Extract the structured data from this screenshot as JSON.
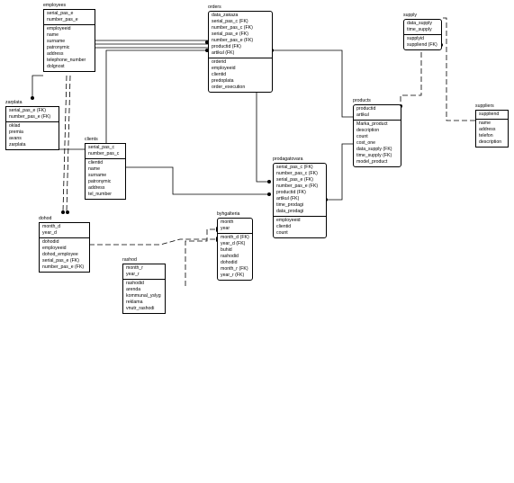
{
  "entities": [
    {
      "id": "employees",
      "title": "employees",
      "keys": [
        "serial_pas_e",
        "number_pas_e"
      ],
      "attrs": [
        "employeeid",
        "name",
        "surname",
        "patronymic",
        "address",
        "telephone_number",
        "dolgnost"
      ]
    },
    {
      "id": "orders",
      "title": "orders",
      "keys": [
        "data_zakaza",
        "serial_pas_c (FK)",
        "number_pas_c (FK)",
        "serial_pas_e (FK)",
        "number_pas_e (FK)",
        "productid (FK)",
        "artikul (FK)"
      ],
      "attrs": [
        "orderid",
        "employeeid",
        "clientid",
        "predoplata",
        "order_execution"
      ]
    },
    {
      "id": "supply",
      "title": "supply",
      "keys": [
        "data_supply",
        "time_supply"
      ],
      "attrs": [
        "supplyid",
        "suppliend (FK)"
      ]
    },
    {
      "id": "suppliers",
      "title": "suppliers",
      "keys": [
        "suppliend"
      ],
      "attrs": [
        "name",
        "address",
        "telefon",
        "description"
      ]
    },
    {
      "id": "products",
      "title": "products",
      "keys": [
        "productid",
        "artikul"
      ],
      "attrs": [
        "Marka_product",
        "description",
        "count",
        "cost_one",
        "data_supply (FK)",
        "time_supply (FK)",
        "model_product"
      ]
    },
    {
      "id": "zarplata",
      "title": "zarplata",
      "keys": [
        "serial_pas_e (FK)",
        "number_pas_e (FK)"
      ],
      "attrs": [
        "oklad",
        "premia",
        "avans",
        "zarplata"
      ]
    },
    {
      "id": "clients",
      "title": "clients",
      "keys": [
        "serial_pas_c",
        "number_pas_c"
      ],
      "attrs": [
        "clientid",
        "name",
        "surname",
        "patronymic",
        "address",
        "tel_number"
      ]
    },
    {
      "id": "prodagatovara",
      "title": "prodagatovara",
      "keys": [
        "serial_pas_c (FK)",
        "number_pas_c (FK)",
        "serial_pas_e (FK)",
        "number_pas_e (FK)",
        "productid (FK)",
        "artikul (FK)",
        "time_prodagi",
        "data_prodagi"
      ],
      "attrs": [
        "employeeid",
        "clientid",
        "count"
      ]
    },
    {
      "id": "dohod",
      "title": "dohod",
      "keys": [
        "month_d",
        "year_d"
      ],
      "attrs": [
        "dohodid",
        "employeeid",
        "dohod_employee",
        "serial_pas_e (FK)",
        "number_pas_e (FK)"
      ]
    },
    {
      "id": "byhgalteria",
      "title": "byhgalteria",
      "keys": [
        "month",
        "year"
      ],
      "attrs": [
        "month_d (FK)",
        "year_d (FK)",
        "buhid",
        "rashodid",
        "dohodid",
        "month_r (FK)",
        "year_r (FK)"
      ]
    },
    {
      "id": "rashod",
      "title": "rashod",
      "keys": [
        "month_r",
        "year_r"
      ],
      "attrs": [
        "rashodid",
        "arenda",
        "kommunal_yslyg",
        "reklama",
        "vnutr_rashodi"
      ]
    }
  ]
}
